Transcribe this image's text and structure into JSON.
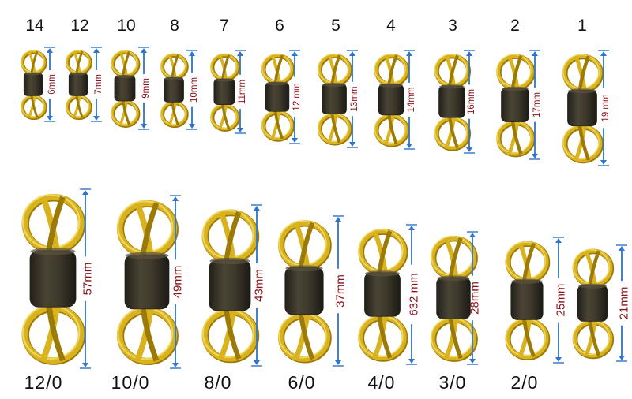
{
  "colors": {
    "gold": "#d9b21f",
    "gold_dark": "#9c7a08",
    "gold_light": "#f4de6a",
    "barrel": "#3f3a2c",
    "barrel_dark": "#23201a",
    "arrow": "#2f74c9",
    "measure_text": "#8b1218"
  },
  "row1": [
    {
      "size": "14",
      "measure": "6mm"
    },
    {
      "size": "12",
      "measure": "7mm"
    },
    {
      "size": "10",
      "measure": "9mm"
    },
    {
      "size": "8",
      "measure": "10mm"
    },
    {
      "size": "7",
      "measure": "11mm"
    },
    {
      "size": "6",
      "measure": "12 mm"
    },
    {
      "size": "5",
      "measure": "13mm"
    },
    {
      "size": "4",
      "measure": "14mm"
    },
    {
      "size": "3",
      "measure": "16mm"
    },
    {
      "size": "2",
      "measure": "17mm"
    },
    {
      "size": "1",
      "measure": "19 mm"
    }
  ],
  "row2": [
    {
      "size": "12/0",
      "measure": "57mm"
    },
    {
      "size": "10/0",
      "measure": "49mm"
    },
    {
      "size": "8/0",
      "measure": "43mm"
    },
    {
      "size": "6/0",
      "measure": "37mm"
    },
    {
      "size": "4/0",
      "measure": "632 mm"
    },
    {
      "size": "3/0",
      "measure": "28mm"
    },
    {
      "size": "2/0",
      "measure": "25mm"
    },
    {
      "size": "",
      "measure": "21mm"
    }
  ]
}
